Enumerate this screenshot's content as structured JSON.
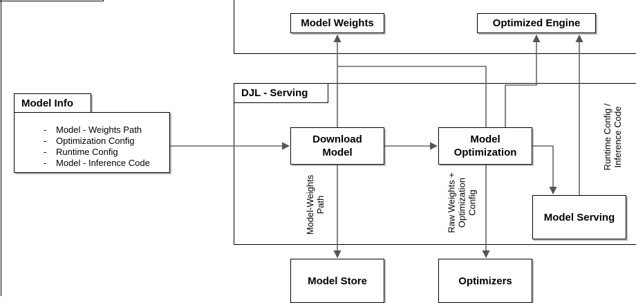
{
  "nodes": {
    "model_weights": "Model Weights",
    "optimized_engine": "Optimized Engine",
    "djl_serving": "DJL - Serving",
    "model_info": "Model Info",
    "download_model": [
      "Download",
      "Model"
    ],
    "model_optimization": [
      "Model",
      "Optimization"
    ],
    "model_serving": "Model Serving",
    "model_store": "Model Store",
    "optimizers": "Optimizers"
  },
  "model_info_items": [
    "Model - Weights Path",
    "Optimization Config",
    "Runtime Config",
    "Model - Inference Code"
  ],
  "bullet": "-",
  "edge_labels": {
    "model_weights_path": [
      "Model-Weights",
      "Path"
    ],
    "raw_weights_config": [
      "Raw Weights +",
      "Optimization",
      "Config"
    ],
    "runtime_inference": [
      "Runtime Config /",
      "Inference Code"
    ]
  }
}
